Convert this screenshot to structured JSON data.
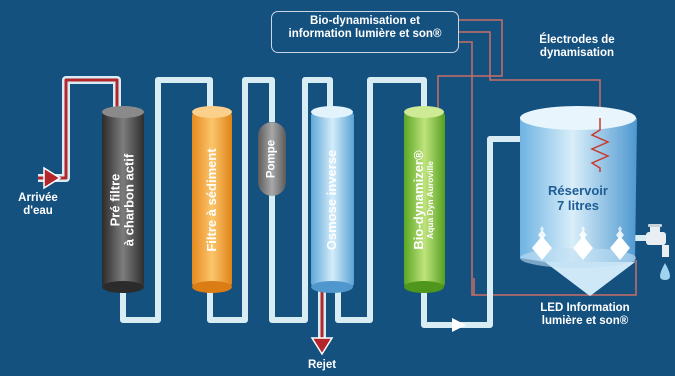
{
  "top_box": {
    "line1": "Bio-dynamisation et",
    "line2": "information lumière et son®"
  },
  "electrodes": {
    "line1": "Électrodes de",
    "line2": "dynamisation"
  },
  "inlet": {
    "line1": "Arrivée",
    "line2": "d'eau"
  },
  "reject": "Rejet",
  "led": {
    "line1": "LED Information",
    "line2": "lumière et son®"
  },
  "tank": {
    "line1": "Réservoir",
    "line2": "7 litres"
  },
  "components": {
    "prefilter": {
      "line1": "Pré filtre",
      "line2": "à charbon actif"
    },
    "sediment": "Filtre à sédiment",
    "pump": "Pompe",
    "osmosis": "Osmose inverse",
    "biodynamizer": {
      "line1": "Bio-dynamizer®",
      "line2": "Aqua Dyn Auroville"
    }
  },
  "colors": {
    "background": "#15517f",
    "pipe": "#d8ecf4",
    "pipe_hot": "#b3262b",
    "signal_wire": "#c86e67",
    "prefilter": "#4a4a4a",
    "sediment": "#f2a33a",
    "osmosis": "#9cc9e8",
    "biodynamizer": "#8cc63f"
  }
}
